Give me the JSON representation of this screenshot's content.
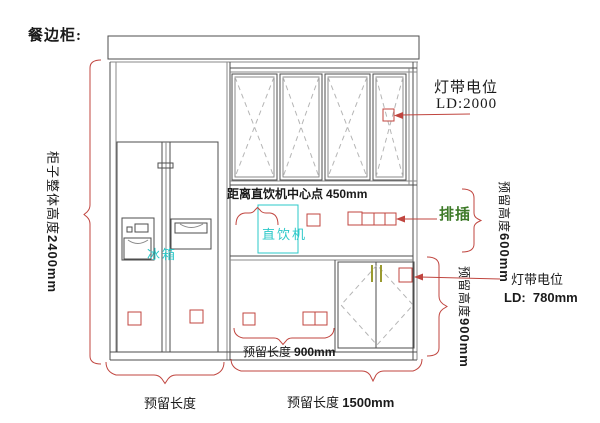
{
  "title": "餐边柜:",
  "colors": {
    "red": "#c0453f",
    "cyan": "#2bc8c8",
    "green": "#3d7a28",
    "olive": "#9a9a30",
    "ink": "#4d4d4d",
    "light": "#8a8a8a",
    "dash": "#b5b5b5"
  },
  "annotations": {
    "overall_height": {
      "label": "柜子整体高度",
      "value": "2400mm"
    },
    "light_top": {
      "title": "灯带电位",
      "value": "LD:2000"
    },
    "distance_center": {
      "label": "距离直饮机中心点 ",
      "value": "450mm"
    },
    "water_machine": "直饮机",
    "fridge": "冰箱",
    "power_strip": "排插",
    "reserved_height_600": {
      "label": "预留高度",
      "value": "600mm"
    },
    "reserved_height_900": {
      "label": "预留高度",
      "value": "900mm"
    },
    "light_right": {
      "title": "灯带电位",
      "label": "LD:",
      "value": "780mm"
    },
    "reserved_length_900": {
      "label": "预留长度 ",
      "value": "900mm"
    },
    "reserved_length_left": "预留长度",
    "reserved_length_1500": {
      "label": "预留长度 ",
      "value": "1500mm"
    }
  }
}
